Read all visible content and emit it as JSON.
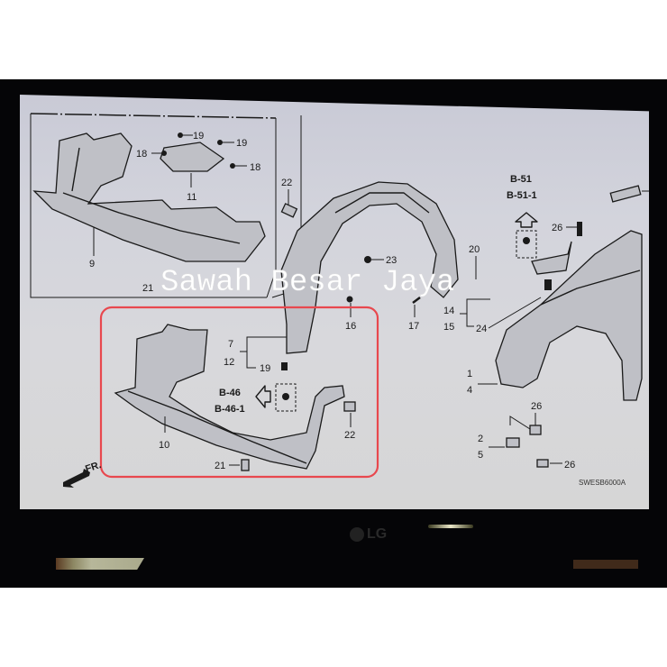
{
  "photo": {
    "description": "Photo of an LG monitor displaying a Honda parts catalog diagram (front fender / splash shield)",
    "watermark": "Sawah Besar Jaya",
    "monitor_brand": "LG"
  },
  "diagram": {
    "code": "SWESB6000A",
    "direction_marker": "FR.",
    "highlight_color": "#e8484e",
    "top_left_panel": {
      "callouts": [
        "9",
        "11",
        "18",
        "18",
        "19",
        "19",
        "21"
      ]
    },
    "highlight_box": {
      "callouts": [
        "7",
        "12",
        "19",
        "10",
        "21",
        "22"
      ],
      "reference": [
        "B-46",
        "B-46-1"
      ]
    },
    "fender_liner": {
      "callouts": [
        "22",
        "23",
        "16",
        "17",
        "14",
        "15",
        "20",
        "24"
      ]
    },
    "fender": {
      "callouts": [
        "1",
        "4",
        "2",
        "5",
        "26",
        "26",
        "26"
      ],
      "reference": [
        "B-51",
        "B-51-1"
      ]
    }
  }
}
